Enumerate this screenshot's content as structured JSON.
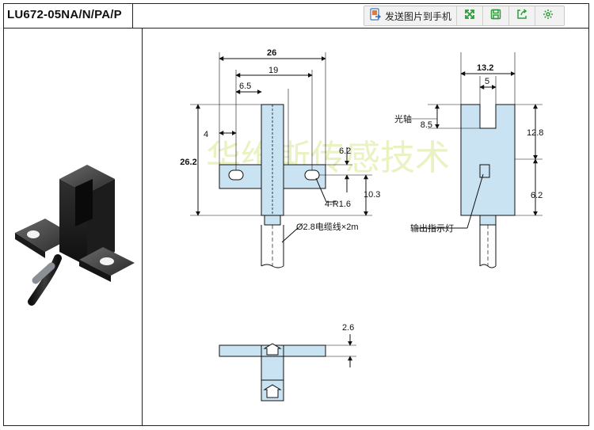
{
  "title": "LU672-05NA/N/PA/P",
  "toolbar": {
    "send_label": "发送图片到手机",
    "icons": [
      "send-to-phone-icon",
      "fullscreen-icon",
      "save-icon",
      "share-icon",
      "settings-icon"
    ],
    "accent": "#2e9d3a"
  },
  "watermark": "华维斯传感技术",
  "front_view": {
    "dim_overall_width": "26",
    "dim_hole_spacing": "19",
    "dim_offset": "6.5",
    "dim_height": "26.2",
    "dim_left_inset": "4",
    "dim_hole_top": "6.2",
    "dim_hole_bottom": "10.3",
    "hole_note": "4-R1.6",
    "cable_note": "Ø2.8电缆线×2m"
  },
  "side_view": {
    "dim_width": "13.2",
    "dim_slot": "5",
    "axis_label": "光轴",
    "dim_axis": "8.5",
    "dim_12_8": "12.8",
    "dim_6_2": "6.2",
    "indicator_label": "输出指示灯"
  },
  "bottom_view": {
    "dim_thickness": "2.6"
  },
  "colors": {
    "part_fill": "#c9e3f2",
    "line": "#111111"
  }
}
